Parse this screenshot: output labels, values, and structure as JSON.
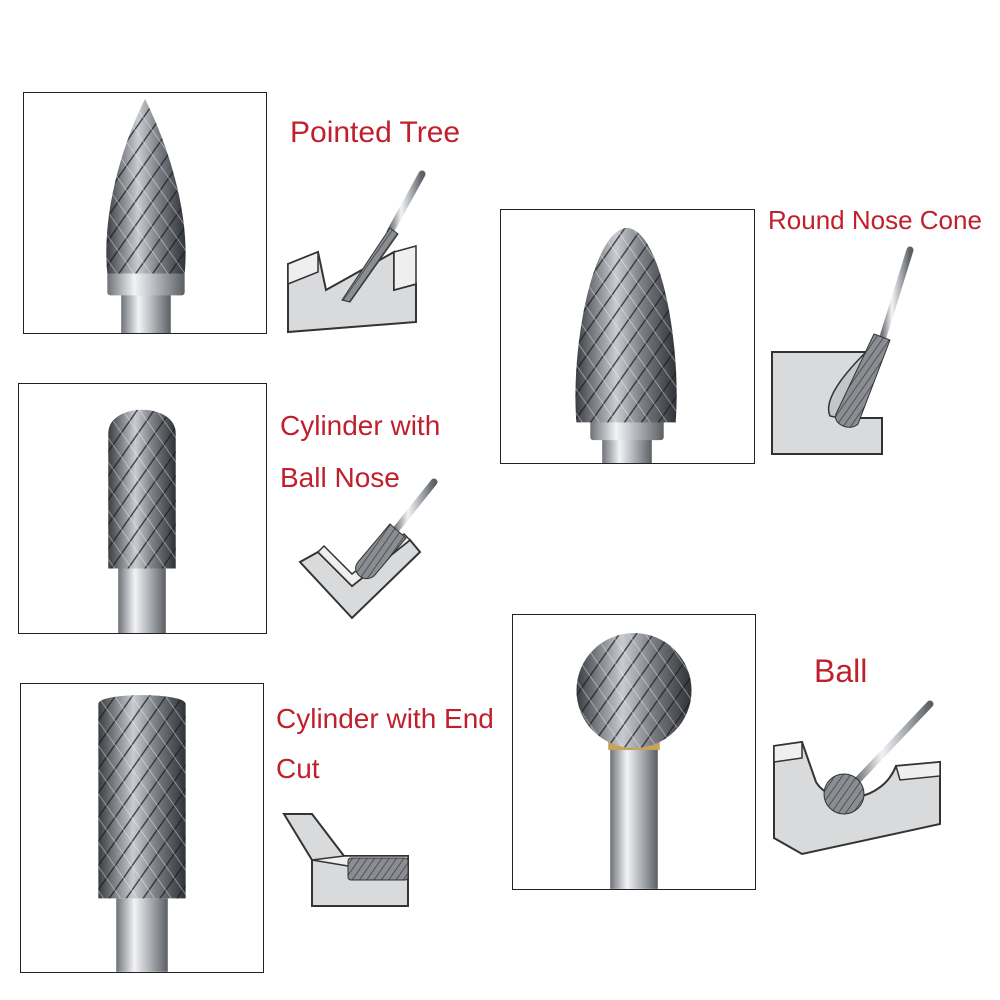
{
  "colors": {
    "label_red": "#c0202d",
    "panel_border": "#222222",
    "metal_light": "#e2e4e7",
    "metal_dark": "#4a4d52",
    "block_face": "#d9dadc",
    "block_top": "#efefef"
  },
  "items": [
    {
      "label_lines": [
        "Pointed Tree"
      ],
      "icon": "pointed-tree-burr-icon"
    },
    {
      "label_lines": [
        "Round Nose Cone"
      ],
      "icon": "round-nose-cone-burr-icon"
    },
    {
      "label_lines": [
        "Cylinder with",
        "Ball Nose"
      ],
      "icon": "cylinder-ball-nose-burr-icon"
    },
    {
      "label_lines": [
        "Cylinder with End",
        "Cut"
      ],
      "icon": "cylinder-end-cut-burr-icon"
    },
    {
      "label_lines": [
        "Ball"
      ],
      "icon": "ball-burr-icon"
    }
  ]
}
